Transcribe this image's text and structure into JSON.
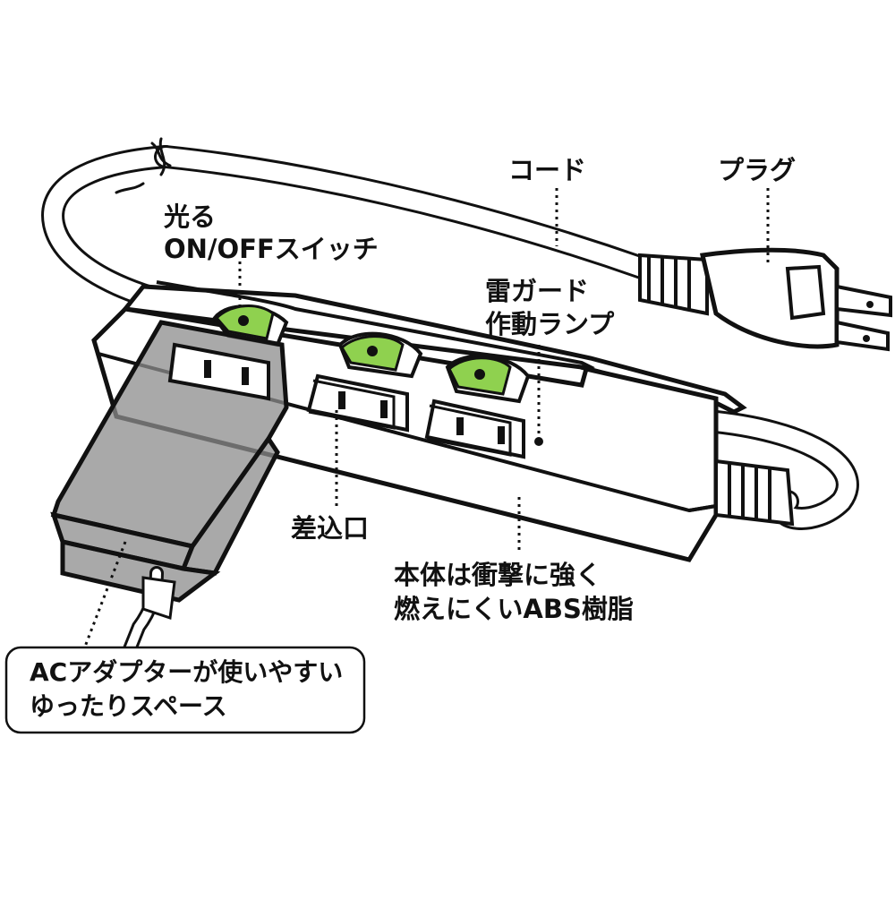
{
  "labels": {
    "cord": "コード",
    "plug": "プラグ",
    "switch_line1": "光る",
    "switch_line2": "ON/OFFスイッチ",
    "lamp_line1": "雷ガード",
    "lamp_line2": "作動ランプ",
    "outlet": "差込口",
    "body_line1": "本体は衝撃に強く",
    "body_line2": "燃えにくいABS樹脂",
    "adapter_line1": "ACアダプターが使いやすい",
    "adapter_line2": "ゆったりスペース"
  },
  "colors": {
    "switch_green": "#8fd14f",
    "adapter_gray": "#8c8c8c",
    "outline": "#111111"
  }
}
